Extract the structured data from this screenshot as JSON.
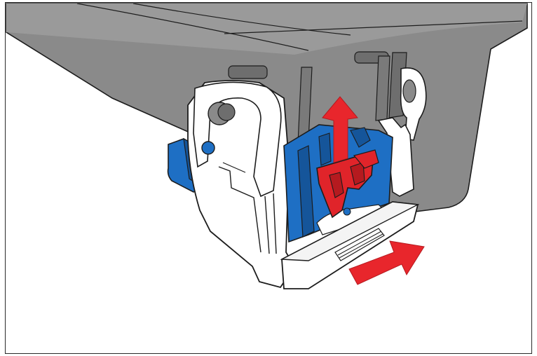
{
  "figure": {
    "colors": {
      "housing_top": "#8e8e8e",
      "housing_side": "#7a7a7a",
      "housing_dark": "#5f5f5f",
      "latch_blue": "#1e6fc4",
      "latch_blue_dark": "#15559a",
      "tab_red": "#e0242a",
      "tab_red_dark": "#b51a1f",
      "arrow_red": "#e8262c",
      "outline": "#1c1c1c",
      "bracket_white": "#ffffff",
      "background": "#ffffff"
    },
    "arrows": [
      {
        "name": "lift-arrow",
        "direction": "up"
      },
      {
        "name": "slide-arrow",
        "direction": "right"
      }
    ]
  }
}
